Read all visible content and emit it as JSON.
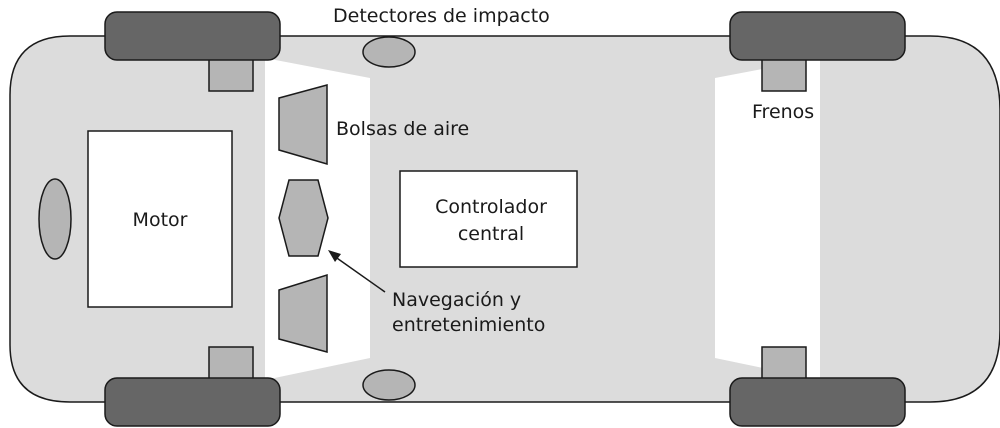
{
  "diagram": {
    "labels": {
      "impact_sensors": "Detectores de impacto",
      "brakes": "Frenos",
      "airbags": "Bolsas de aire",
      "engine": "Motor",
      "central_controller_line1": "Controlador",
      "central_controller_line2": "central",
      "navigation_line1": "Navegación y",
      "navigation_line2": "entretenimiento"
    },
    "colors": {
      "body_fill": "#dcdcdc",
      "cabin_fill": "#ffffff",
      "wheel_fill": "#666666",
      "component_fill": "#b5b5b5",
      "outline": "#1a1a1a"
    }
  }
}
